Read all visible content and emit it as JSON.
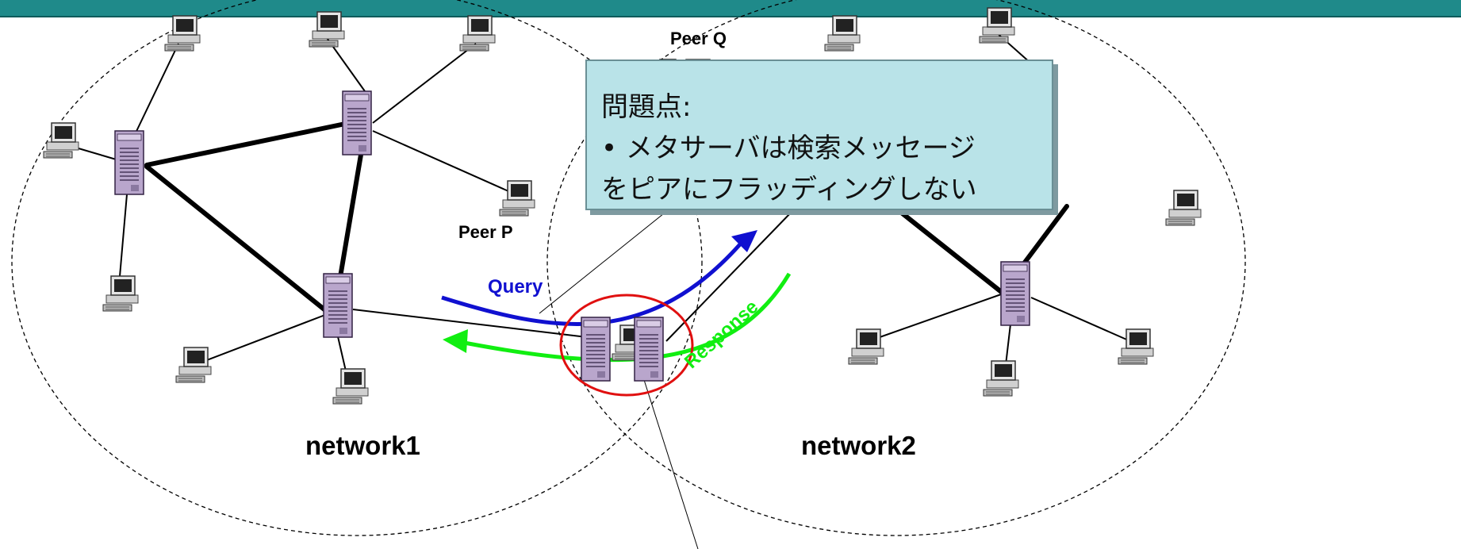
{
  "diagram": {
    "peer_p_label": "Peer P",
    "peer_q_label": "Peer Q",
    "query_label": "Query",
    "response_label": "Response",
    "network1_label": "network1",
    "network2_label": "network2",
    "colors": {
      "header_bar": "#1f8a8a",
      "query_arrow": "#1010d0",
      "response_arrow": "#11ee11",
      "highlight_ring": "#e01010",
      "callout_fill": "#b9e3e8",
      "server_fill": "#b9a6cc",
      "file_icon": "#ff9900"
    }
  },
  "callout": {
    "title": "問題点:",
    "line1": "•  メタサーバは検索メッセージ",
    "line2": "をピアにフラッディングしない"
  }
}
